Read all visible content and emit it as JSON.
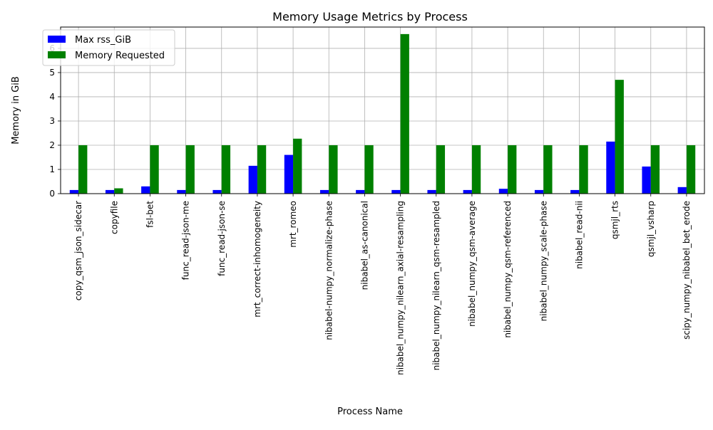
{
  "chart_data": {
    "type": "bar",
    "title": "Memory Usage Metrics by Process",
    "xlabel": "Process Name",
    "ylabel": "Memory in GiB",
    "ylim": [
      0,
      6.88
    ],
    "yticks": [
      0,
      1,
      2,
      3,
      4,
      5,
      6
    ],
    "grid": true,
    "legend_placement": "top-left",
    "categories": [
      "copy_qsm_json_sidecar",
      "copyfile",
      "fsl-bet",
      "func_read-json-me",
      "func_read-json-se",
      "mrt_correct-inhomogeneity",
      "mrt_romeo",
      "nibabel-numpy_normalize-phase",
      "nibabel_as-canonical",
      "nibabel_numpy_nilearn_axial-resampling",
      "nibabel_numpy_nilearn_qsm-resampled",
      "nibabel_numpy_qsm-average",
      "nibabel_numpy_qsm-referenced",
      "nibabel_numpy_scale-phase",
      "nibabel_read-nii",
      "qsmjl_rts",
      "qsmjl_vsharp",
      "scipy_numpy_nibabel_bet_erode"
    ],
    "series": [
      {
        "name": "Max rss_GiB",
        "color": "#0000ff",
        "values": [
          0.15,
          0.15,
          0.3,
          0.15,
          0.15,
          1.15,
          1.6,
          0.15,
          0.15,
          0.15,
          0.15,
          0.15,
          0.2,
          0.15,
          0.15,
          2.15,
          1.12,
          0.27
        ]
      },
      {
        "name": "Memory Requested",
        "color": "#008000",
        "values": [
          2.0,
          0.22,
          2.0,
          2.0,
          2.0,
          2.0,
          2.27,
          2.0,
          2.0,
          6.59,
          2.0,
          2.0,
          2.0,
          2.0,
          2.0,
          4.7,
          2.0,
          2.0
        ]
      }
    ]
  }
}
